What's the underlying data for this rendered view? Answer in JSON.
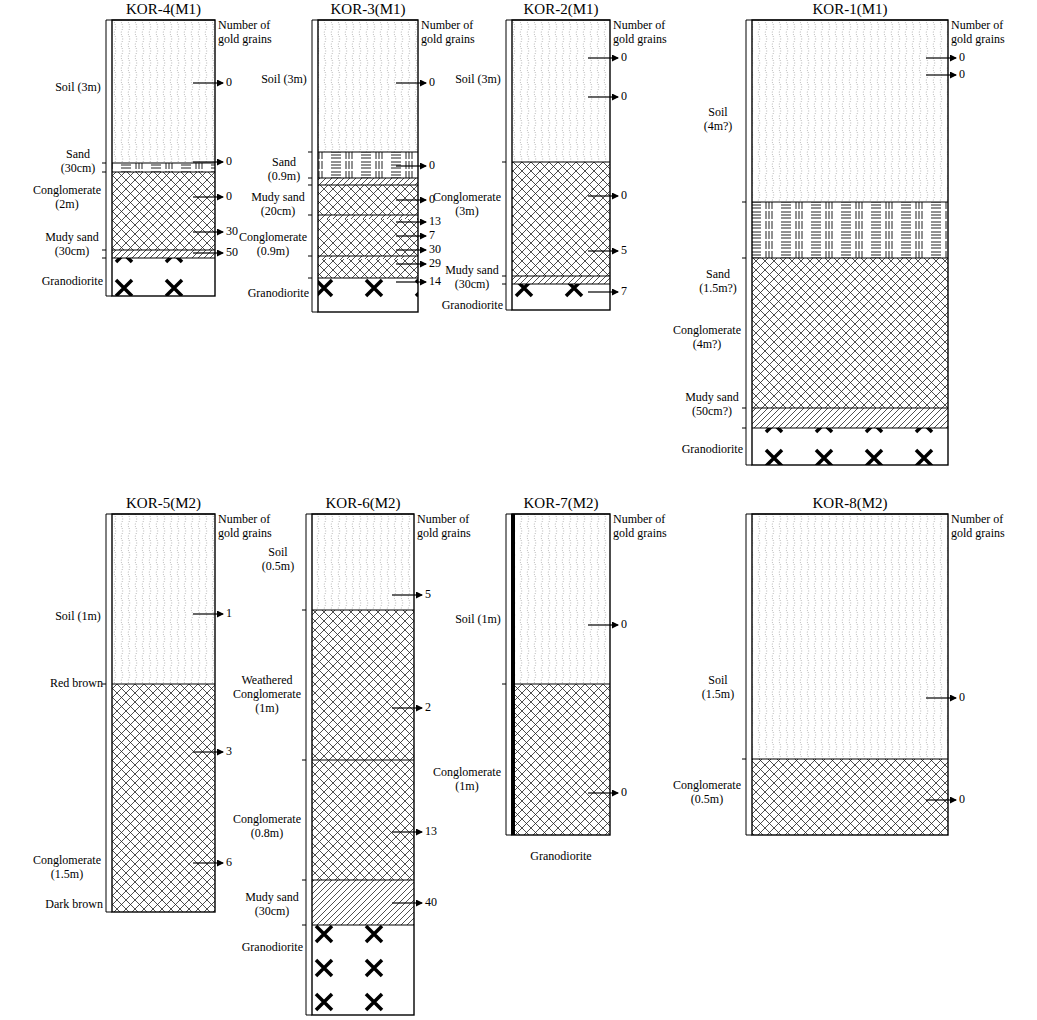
{
  "diagram": {
    "labels": [
      "KOR-4(M1)",
      "Number of gold grains",
      "Soil (3m)",
      "Sand (30cm)",
      "Conglomerate (2m)",
      "Mudy sand (30cm)",
      "Granodiorite",
      "0",
      "0",
      "0",
      "30",
      "50",
      "KOR-3(M1)",
      "Number of gold grains",
      "Soil (3m)",
      "Sand (0.9m)",
      "Mudy sand (20cm)",
      "Conglomerate (0.9m)",
      "Granodiorite",
      "0",
      "0",
      "0",
      "13",
      "7",
      "30",
      "29",
      "14",
      "KOR-2(M1)",
      "Number of gold grains",
      "Soil (3m)",
      "Conglomerate (3m)",
      "Mudy sand (30cm)",
      "Granodiorite",
      "0",
      "0",
      "0",
      "5",
      "7",
      "KOR-1(M1)",
      "Number of gold grains",
      "Soil (4m?)",
      "Sand (1.5m?)",
      "Conglomerate (4m?)",
      "Mudy sand (50cm?)",
      "Granodiorite",
      "0",
      "0",
      "KOR-5(M2)",
      "Number of gold grains",
      "Soil (1m)",
      "Red brown",
      "Conglomerate (1.5m)",
      "Dark brown",
      "1",
      "3",
      "6",
      "KOR-6(M2)",
      "Number of gold grains",
      "Soil (0.5m)",
      "Weathered Conglomerate (1m)",
      "Conglomerate (0.8m)",
      "Mudy sand (30cm)",
      "Granodiorite",
      "5",
      "2",
      "13",
      "40",
      "KOR-7(M2)",
      "Number of gold grains",
      "Soil (1m)",
      "Conglomerate (1m)",
      "Granodiorite",
      "0",
      "0",
      "KOR-8(M2)",
      "Number of gold grains",
      "Soil (1.5m)",
      "Conglomerate (0.5m)",
      "0",
      "0"
    ]
  }
}
